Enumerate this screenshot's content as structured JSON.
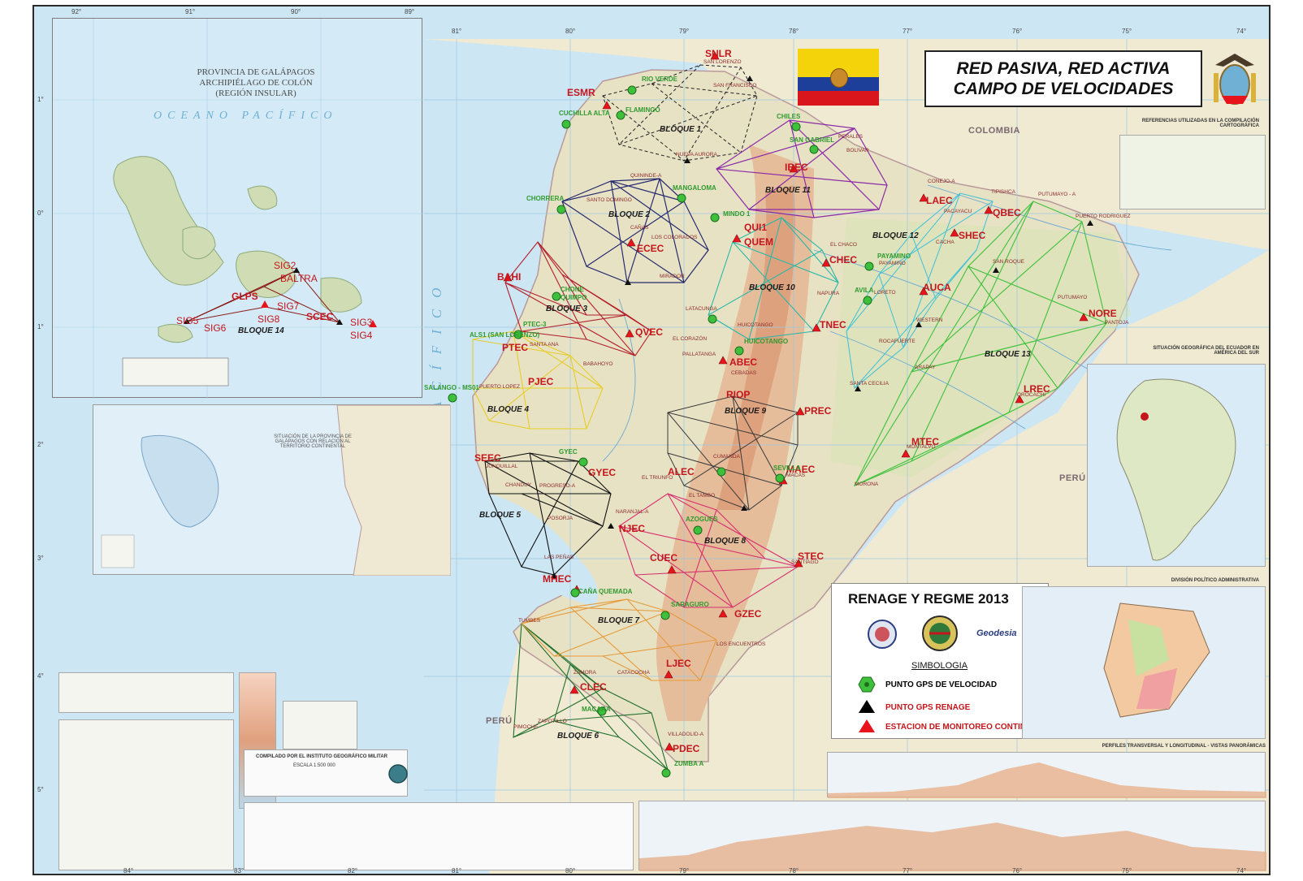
{
  "title": {
    "line1": "RED PASIVA,  RED ACTIVA",
    "line2": "CAMPO DE VELOCIDADES"
  },
  "legend": {
    "title": "RENAGE Y REGME  2013",
    "simbologia": "SIMBOLOGIA",
    "items": [
      {
        "label": "PUNTO GPS DE VELOCIDAD",
        "color": "#2f9a2f",
        "icon": "green-hexagon-icon"
      },
      {
        "label": "PUNTO GPS RENAGE",
        "color": "#000000",
        "icon": "black-triangle-icon"
      },
      {
        "label": "ESTACION DE MONITOREO CONTINUO",
        "color": "#e8141c",
        "icon": "red-triangle-icon"
      }
    ],
    "logo3": "Geodesia"
  },
  "colors": {
    "ocean": "#cde6f4",
    "land": "#eee8d0",
    "andes": "#e8b08a",
    "station": "#c4161c",
    "velocity": "#2f9a2f"
  },
  "galapagos": {
    "title": [
      "PROVINCIA DE GALÁPAGOS",
      "ARCHIPIÉLAGO DE COLÓN",
      "(REGIÓN INSULAR)"
    ],
    "ocean": "OCEANO  PACÍFICO",
    "block": "BLOQUE 14",
    "stations": [
      "SIG2",
      "BALTRA",
      "GLPS",
      "SIG7",
      "SIG8",
      "SCEC",
      "SIG5",
      "SIG6",
      "SIG3",
      "SIG4"
    ]
  },
  "ocean_labels": {
    "vertical": "OCÉANO  PACÍFICO"
  },
  "countries": {
    "colombia": "COLOMBIA",
    "peru_east": "PERÚ",
    "peru_south": "PERÚ"
  },
  "blocks": [
    "BLOQUE 1",
    "BLOQUE 2",
    "BLOQUE 3",
    "BLOQUE 4",
    "BLOQUE 5",
    "BLOQUE 6",
    "BLOQUE 7",
    "BLOQUE 8",
    "BLOQUE 9",
    "BLOQUE 10",
    "BLOQUE 11",
    "BLOQUE 12",
    "BLOQUE 13"
  ],
  "stations": [
    "ESMR",
    "SNLR",
    "IBEC",
    "LAEC",
    "QBEC",
    "SHEC",
    "QUI1",
    "QUEM",
    "ECEC",
    "CHEC",
    "AUCA",
    "NORE",
    "BAHI",
    "QVEC",
    "PTEC",
    "TNEC",
    "ABEC",
    "PJEC",
    "RIOP",
    "PREC",
    "LREC",
    "MTEC",
    "SEEC",
    "GYEC",
    "ALEC",
    "MAEC",
    "NJEC",
    "STEC",
    "CUEC",
    "MHEC",
    "GZEC",
    "LJEC",
    "CLEC",
    "PDEC"
  ],
  "velocity_points": [
    "RIO VERDE",
    "CUCHILLA ALTA",
    "FLAMINGO",
    "CHILES",
    "SAN GABRIEL",
    "CHORRERA",
    "MANGALOMA",
    "MINDO 1",
    "PAYAMINO",
    "AVILA",
    "CHONE",
    "QUIMPO",
    "PTEC-3",
    "HUICOTANGO",
    "ALS1 (SAN LORENZO)",
    "SALANGO - MS01",
    "GYEC",
    "AZOGUES",
    "SEVILLA",
    "CAÑA QUEMADA",
    "SARAGURO",
    "MACARA",
    "ZUMBA A"
  ],
  "places": [
    "SAN LORENZO",
    "SAN FRANCISCO",
    "NUEVA AURORA",
    "QUININDE-A",
    "SANTO DOMINGO",
    "CAÑAS",
    "LOS COLORADOS",
    "MIRADOR",
    "EL CHACO",
    "NAPURA",
    "LATACUNGA",
    "PAYAMINO",
    "LORETO",
    "WESTERN",
    "SAN ROQUE",
    "PUERTO RODRIGUEZ",
    "TIPISHCA",
    "PUTUMAYO - A",
    "PUTUMAYO",
    "CONEJO-A",
    "PACAYACU",
    "HUICOTANGO",
    "EL CORAZÓN",
    "SANTA ANA",
    "PUERTO LOPEZ",
    "BABAHOYO",
    "NARANJAL-A",
    "EL TAMBO",
    "SANTIAGO",
    "LAS PEÑAS",
    "CATACOCHA",
    "VILLADOLID-A",
    "LOS ENCUENTROS",
    "ZAMORA",
    "CHANDUY",
    "POSORJA",
    "PROGRESO-A",
    "JUNQUILLAL",
    "CEBADAS",
    "MACAS",
    "CUMANDA",
    "EL TRIUNFO",
    "PALLATANGA",
    "ZAPOTILLO",
    "TUMBES",
    "SANTA CECILIA",
    "ROCAFUERTE",
    "PANTOJA",
    "ARAPAY",
    "MONTALVO",
    "MORONA",
    "OROCACHI",
    "PIMOCHE",
    "PERALES",
    "BOLIVAR",
    "CACHA"
  ],
  "map_credit": {
    "compiled": "COMPILADO POR EL INSTITUTO GEOGRÁFICO MILITAR",
    "scale": "ESCALA 1:500 000"
  },
  "inset_titles": {
    "ref": "REFERENCIAS UTILIZADAS EN LA COMPILACIÓN CARTOGRÁFICA",
    "situacion": "SITUACIÓN GEOGRÁFICA DEL ECUADOR EN AMÉRICA DEL SUR",
    "division": "DIVISIÓN POLÍTICO ADMINISTRATIVA",
    "perfiles": "PERFILES TRANSVERSAL Y LONGITUDINAL - VISTAS PANORÁMICAS",
    "situacion_gal": "SITUACIÓN DE LA PROVINCIA DE GALÁPAGOS CON RELACIÓN AL TERRITORIO CONTINENTAL"
  },
  "graticule_top": [
    "92°",
    "91°",
    "90°",
    "89°",
    "81°",
    "80°",
    "79°",
    "78°",
    "77°",
    "76°",
    "75°",
    "74°"
  ],
  "graticule_bottom": [
    "84°",
    "83°",
    "82°",
    "81°",
    "80°",
    "79°",
    "78°",
    "77°",
    "76°",
    "75°",
    "74°"
  ],
  "graticule_left": [
    "1°",
    "0°",
    "1°",
    "2°",
    "3°",
    "4°",
    "5°"
  ]
}
